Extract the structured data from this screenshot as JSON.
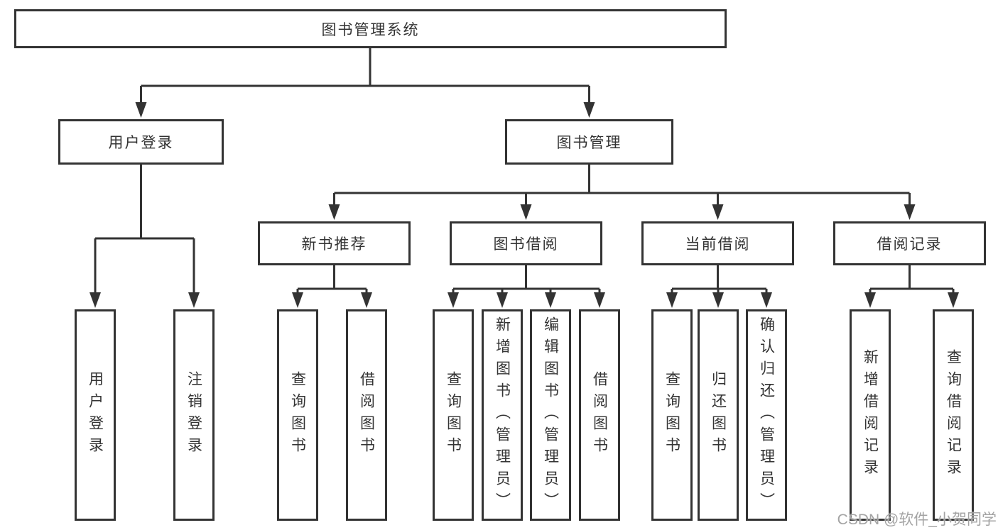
{
  "diagram": {
    "root": {
      "label": "图书管理系统"
    },
    "branches": [
      {
        "label": "用户登录",
        "children": [
          {
            "label": "用户登录"
          },
          {
            "label": "注销登录"
          }
        ]
      },
      {
        "label": "图书管理",
        "children": [
          {
            "label": "新书推荐",
            "children": [
              {
                "label": "查询图书"
              },
              {
                "label": "借阅图书"
              }
            ]
          },
          {
            "label": "图书借阅",
            "children": [
              {
                "label": "查询图书"
              },
              {
                "label": "新增图书（管理员）"
              },
              {
                "label": "编辑图书（管理员）"
              },
              {
                "label": "借阅图书"
              }
            ]
          },
          {
            "label": "当前借阅",
            "children": [
              {
                "label": "查询图书"
              },
              {
                "label": "归还图书"
              },
              {
                "label": "确认归还（管理员）"
              }
            ]
          },
          {
            "label": "借阅记录",
            "children": [
              {
                "label": "新增借阅记录"
              },
              {
                "label": "查询借阅记录"
              }
            ]
          }
        ]
      }
    ]
  },
  "watermark": {
    "text": "CSDN @软件_小贺同学"
  },
  "colors": {
    "line": "#333333",
    "box_border": "#333333",
    "text": "#333333",
    "watermark": "#a3a3a3",
    "background": "#ffffff"
  }
}
